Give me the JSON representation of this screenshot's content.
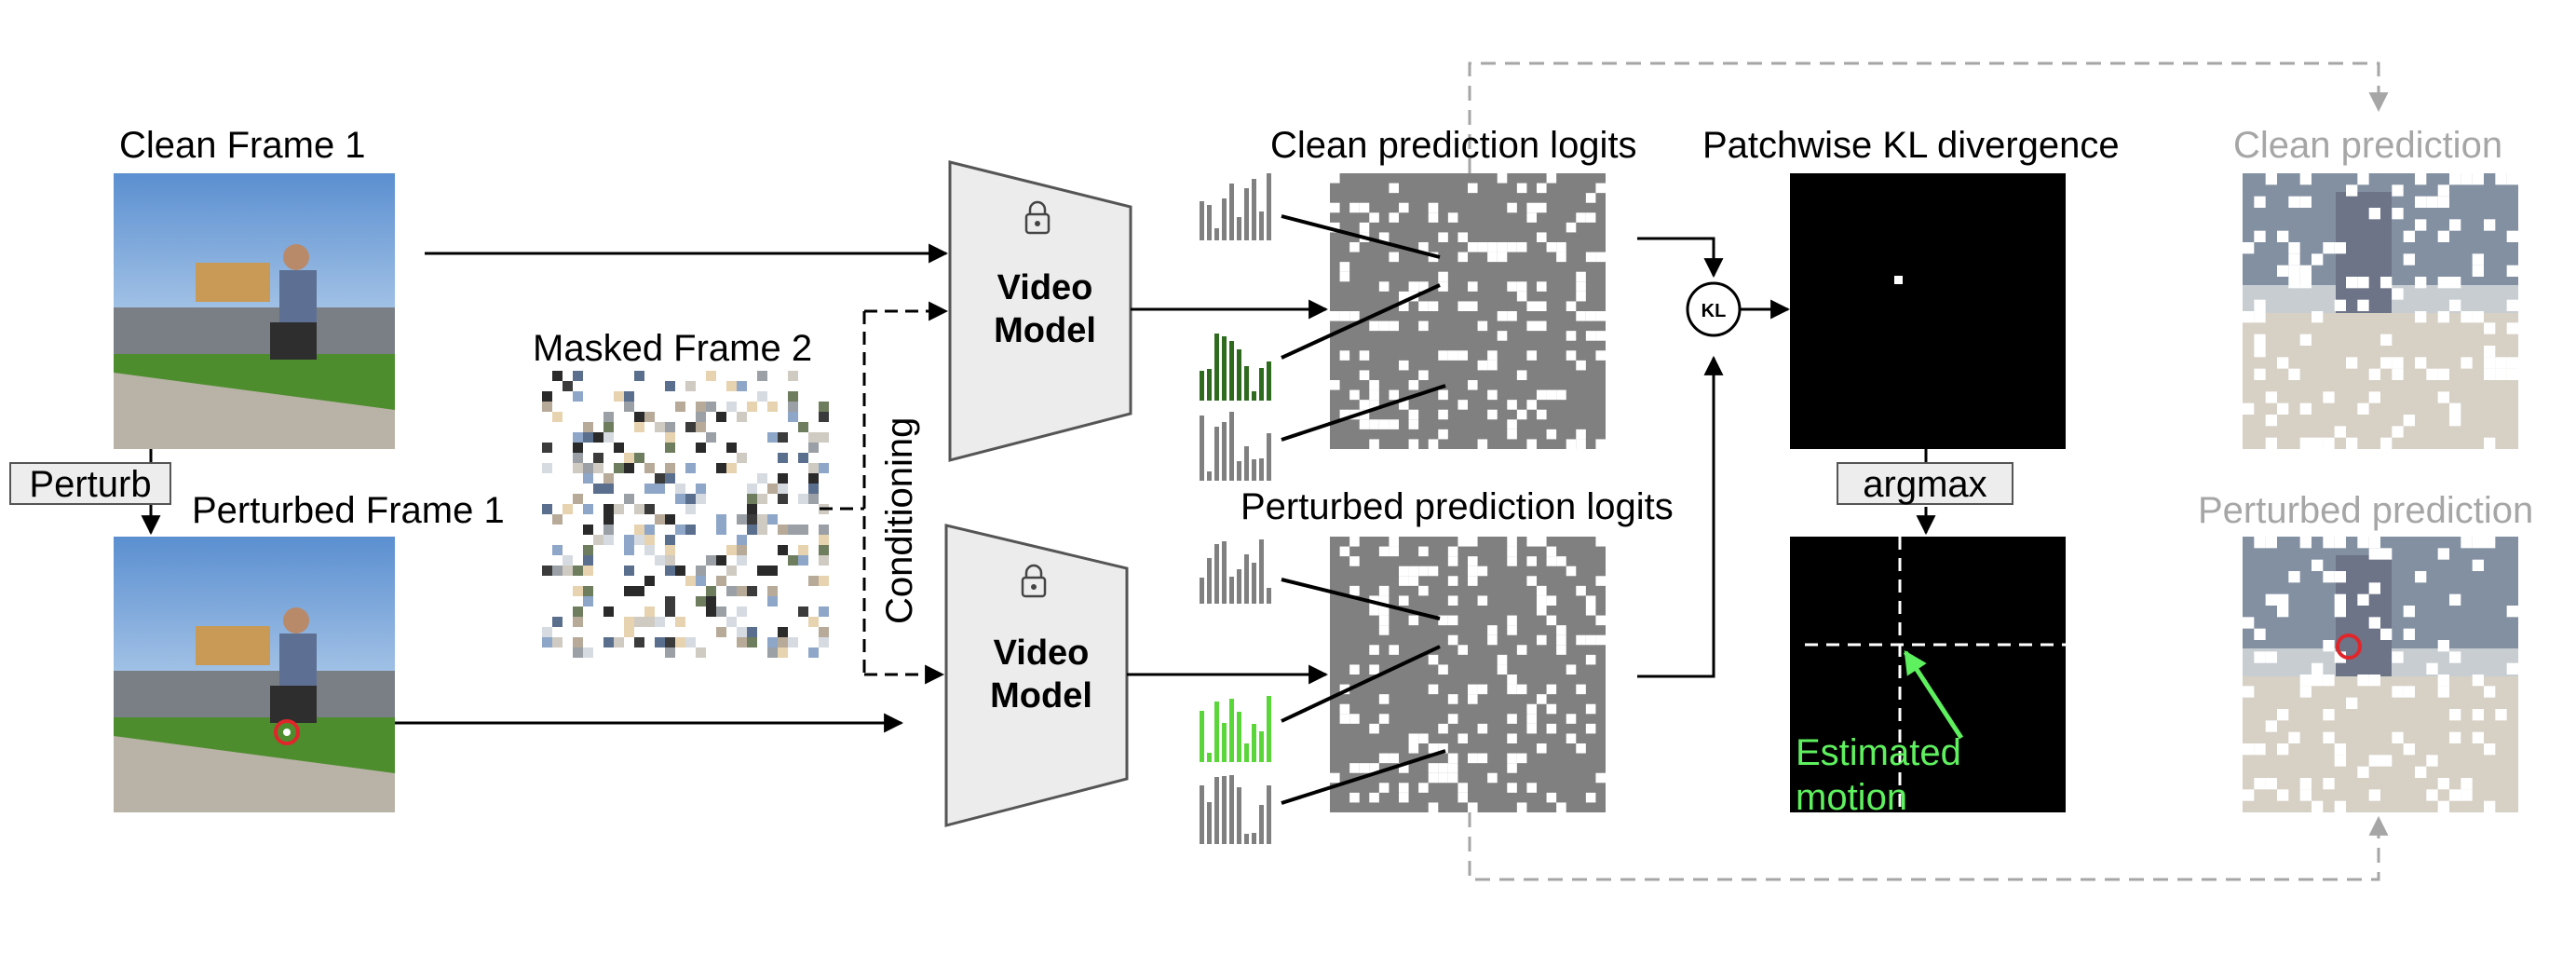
{
  "labels": {
    "clean_frame": "Clean Frame 1",
    "perturbed_frame": "Perturbed Frame 1",
    "perturb": "Perturb",
    "masked_frame": "Masked Frame 2",
    "conditioning": "Conditioning",
    "video_model_line1": "Video",
    "video_model_line2": "Model",
    "clean_logits": "Clean prediction logits",
    "perturbed_logits": "Perturbed prediction logits",
    "kl_divergence": "Patchwise KL divergence",
    "kl_node": "KL",
    "argmax": "argmax",
    "estimated_motion": "Estimated motion",
    "estimated_line1": "Estimated",
    "estimated_line2": "motion",
    "clean_prediction": "Clean prediction",
    "perturbed_prediction": "Perturbed prediction"
  },
  "colors": {
    "arrow": "#000000",
    "dashed_gray": "#a6a6a6",
    "model_fill": "#ececec",
    "logit_gray": "#808080",
    "hist_dark_green": "#2f6b1f",
    "hist_light_green": "#5ad63a",
    "motion_green": "#5ef05e",
    "perturb_marker": "#e0262a"
  },
  "icons": [
    "lock-icon",
    "kl-node-icon",
    "histogram-icon",
    "red-circle-marker"
  ]
}
